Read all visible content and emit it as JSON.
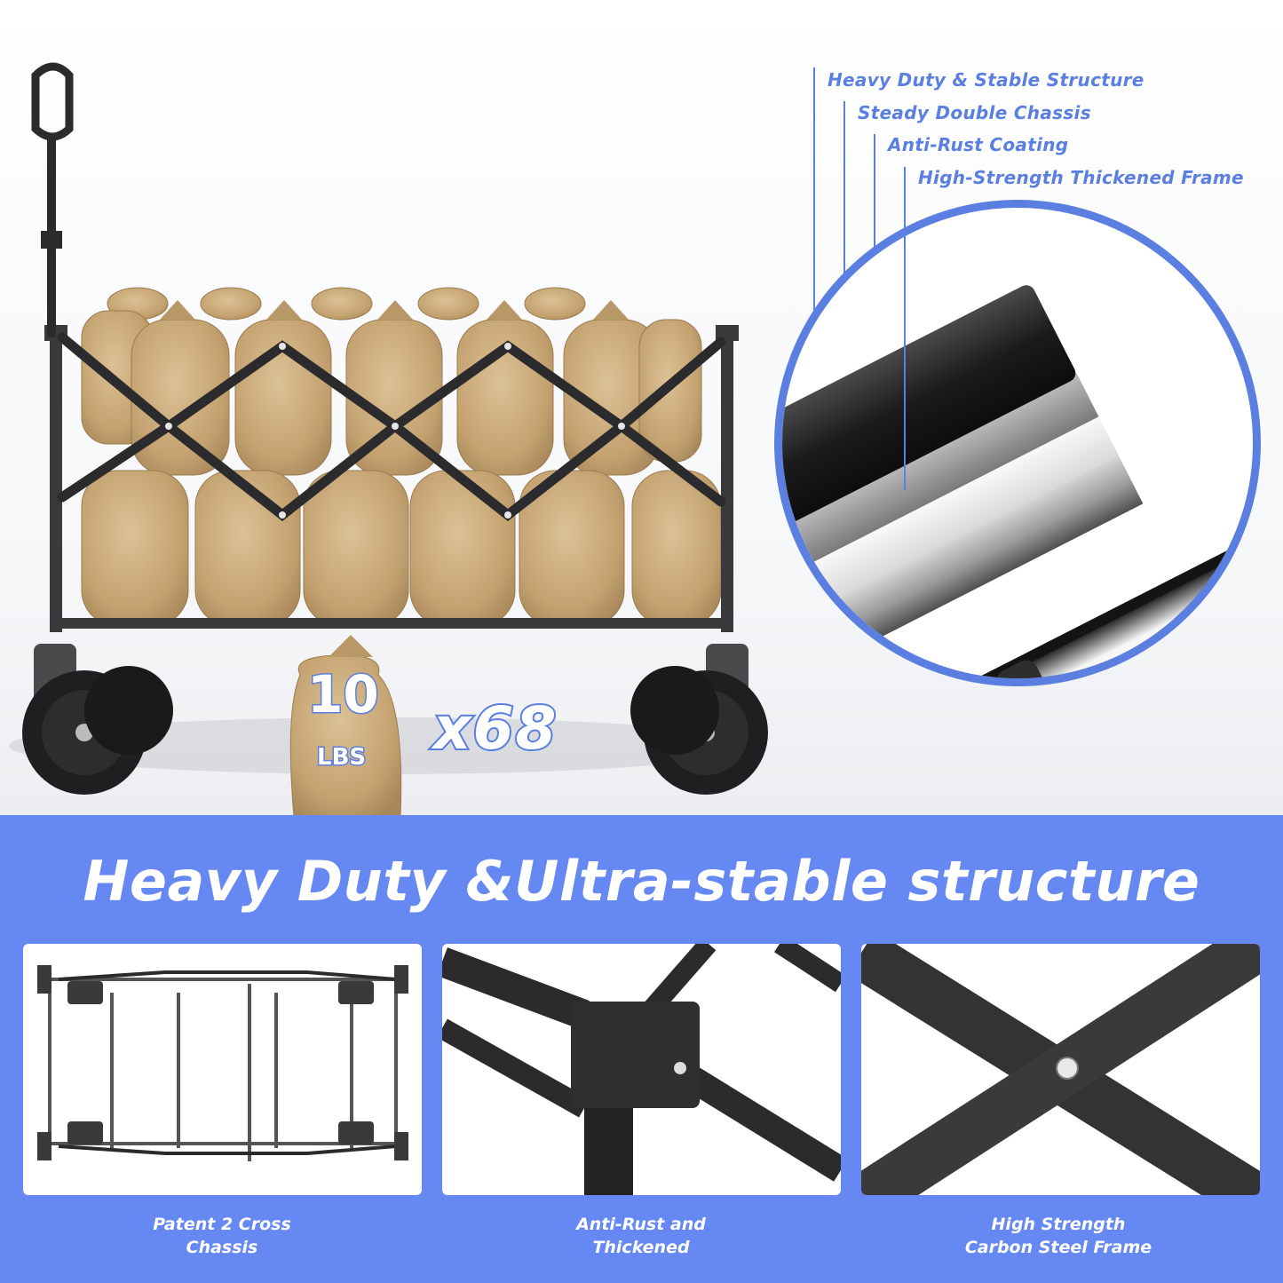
{
  "hero": {
    "product": "folding wagon cart loaded with sandbags",
    "weight_badge": {
      "value": "10",
      "unit": "LBS"
    },
    "multiplier": "x68"
  },
  "callouts": [
    {
      "label": "Heavy Duty & Stable Structure"
    },
    {
      "label": "Steady Double Chassis"
    },
    {
      "label": "Anti-Rust Coating"
    },
    {
      "label": "High-Strength Thickened Frame"
    }
  ],
  "band": {
    "title": "Heavy Duty &Ultra-stable structure",
    "panels": [
      {
        "caption_line1": "Patent 2 Cross",
        "caption_line2": "Chassis",
        "image": "chassis-top-view"
      },
      {
        "caption_line1": "Anti-Rust and",
        "caption_line2": "Thickened",
        "image": "frame-joint-closeup"
      },
      {
        "caption_line1": "High Strength",
        "caption_line2": "Carbon Steel Frame",
        "image": "cross-bar-closeup"
      }
    ]
  },
  "colors": {
    "accent": "#5b7fe0",
    "band": "#6688f2",
    "frame": "#2b2b2d",
    "sack": "#c9a97a"
  }
}
